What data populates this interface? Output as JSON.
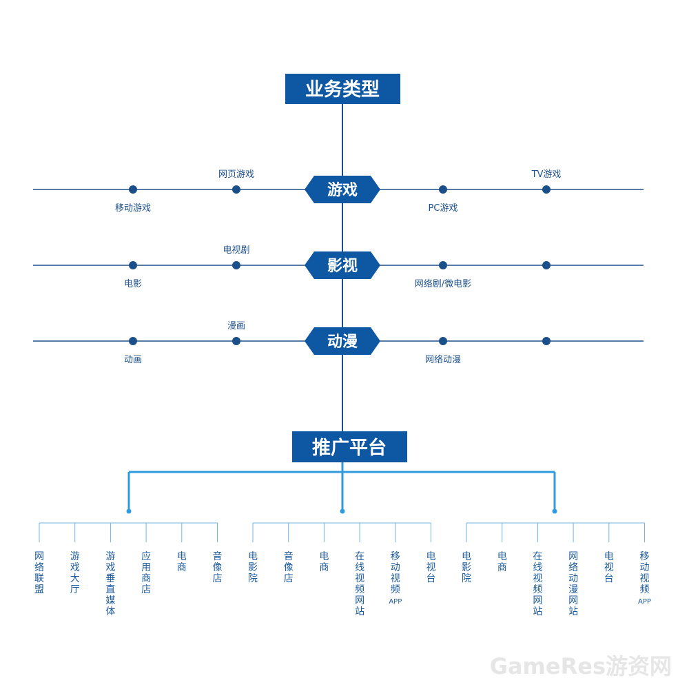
{
  "colors": {
    "primary": "#0d57a3",
    "line": "#1b4f8a",
    "bracket": "#2f9bdc",
    "leaf_line": "#6fb5e6",
    "text": "#1b4f8a"
  },
  "top_title": "业务类型",
  "bottom_title": "推广平台",
  "categories": [
    {
      "label": "游戏",
      "nodes": [
        {
          "label": "移动游戏",
          "position": "below"
        },
        {
          "label": "网页游戏",
          "position": "above"
        },
        {
          "label": "PC游戏",
          "position": "below"
        },
        {
          "label": "TV游戏",
          "position": "above"
        }
      ]
    },
    {
      "label": "影视",
      "nodes": [
        {
          "label": "电影",
          "position": "below"
        },
        {
          "label": "电视剧",
          "position": "above"
        },
        {
          "label": "网络剧/微电影",
          "position": "below"
        },
        {
          "label": "",
          "position": "above"
        }
      ]
    },
    {
      "label": "动漫",
      "nodes": [
        {
          "label": "动画",
          "position": "below"
        },
        {
          "label": "漫画",
          "position": "above"
        },
        {
          "label": "网络动漫",
          "position": "below"
        },
        {
          "label": "",
          "position": "above"
        }
      ]
    }
  ],
  "platform_groups": [
    {
      "items": [
        "网络联盟",
        "游戏大厅",
        "游戏垂直媒体",
        "应用商店",
        "电商",
        "音像店"
      ]
    },
    {
      "items": [
        "电影院",
        "音像店",
        "电商",
        "在线视频网站",
        "移动视频APP",
        "电视台"
      ]
    },
    {
      "items": [
        "电影院",
        "电商",
        "在线视频网站",
        "网络动漫网站",
        "电视台",
        "移动视频APP"
      ]
    }
  ],
  "watermark": "GameRes游资网"
}
